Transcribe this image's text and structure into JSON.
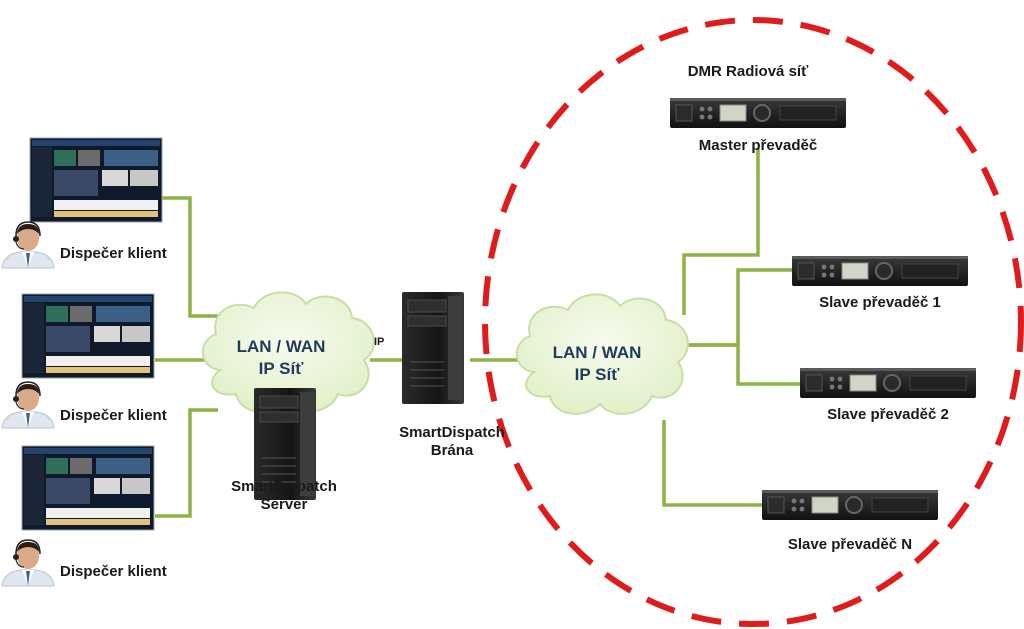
{
  "clients": [
    {
      "label": "Dispečer klient"
    },
    {
      "label": "Dispečer klient"
    },
    {
      "label": "Dispečer klient"
    }
  ],
  "cloud_left": {
    "line1": "LAN / WAN",
    "line2": "IP Síť"
  },
  "cloud_right": {
    "line1": "LAN / WAN",
    "line2": "IP Síť"
  },
  "ip_label": "IP",
  "server": {
    "line1": "SmartDispatch",
    "line2": "Server"
  },
  "gateway": {
    "line1": "SmartDispatch",
    "line2": "Brána"
  },
  "dmr_network_label": "DMR Radiová síť",
  "repeaters": {
    "master": "Master převaděč",
    "slave1": "Slave převaděč 1",
    "slave2": "Slave převaděč 2",
    "slaveN": "Slave převaděč N"
  },
  "colors": {
    "link": "#8db345",
    "cloud_fill": "#eef7df",
    "cloud_stroke": "#c6dfa4",
    "dashed_circle": "#e01b1b",
    "device": "#1b1b1b"
  }
}
